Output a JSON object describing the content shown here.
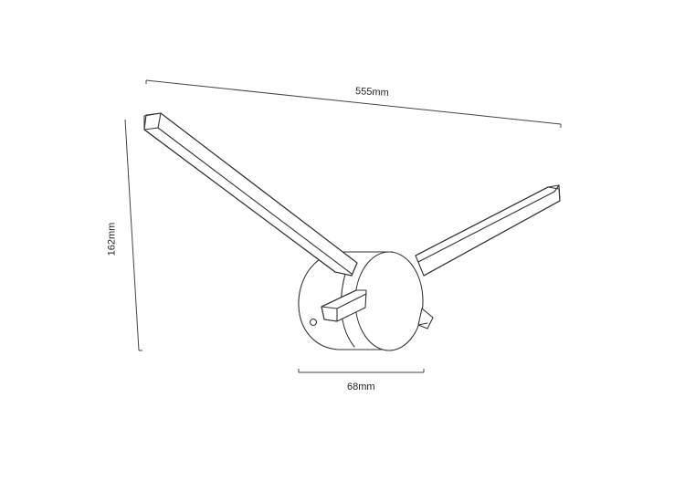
{
  "diagram": {
    "type": "technical-dimension-drawing",
    "subject": "wall lamp with two linear arms and cylindrical base",
    "colors": {
      "background": "#ffffff",
      "stroke": "#333333"
    },
    "dimensions": {
      "width": {
        "label": "555mm",
        "value": 555,
        "unit": "mm"
      },
      "height": {
        "label": "162mm",
        "value": 162,
        "unit": "mm"
      },
      "depth": {
        "label": "68mm",
        "value": 68,
        "unit": "mm"
      }
    }
  }
}
